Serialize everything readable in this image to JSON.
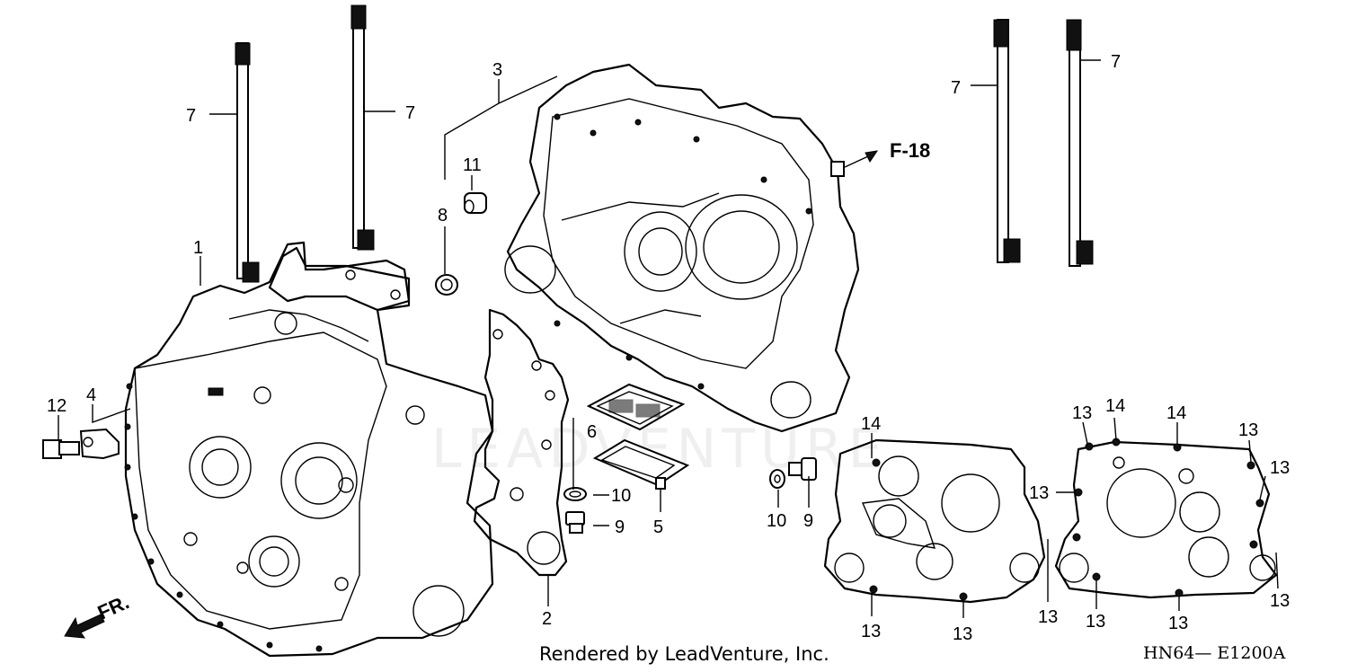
{
  "callouts": {
    "c1": "1",
    "c2": "2",
    "c3": "3",
    "c4": "4",
    "c5": "5",
    "c6": "6",
    "c7": "7",
    "c8": "8",
    "c9": "9",
    "c10": "10",
    "c11": "11",
    "c12": "12",
    "c13": "13",
    "c14": "14"
  },
  "reference": "F-18",
  "front_marker": "FR.",
  "watermark": "LEADVENTURE",
  "footer": {
    "credit": "Rendered by LeadVenture, Inc.",
    "diagram_code": "HN64— E1200A"
  }
}
